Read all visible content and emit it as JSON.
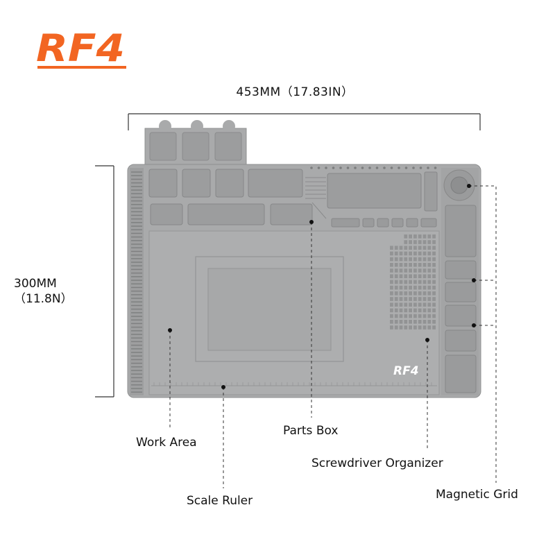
{
  "brand": {
    "logo_text": "RF4",
    "logo_color": "#f26522",
    "mat_logo_text": "RF4"
  },
  "dimensions": {
    "width_label": "453MM（17.83IN）",
    "height_label_line1": "300MM",
    "height_label_line2": "（11.8N）"
  },
  "callouts": {
    "work_area": "Work Area",
    "parts_box": "Parts Box",
    "screwdriver_organizer": "Screwdriver Organizer",
    "scale_ruler": "Scale Ruler",
    "magnetic_grid": "Magnetic Grid"
  },
  "colors": {
    "mat": "#a9aaab",
    "mat_dark": "#8f9091",
    "mat_light": "#b9babb"
  }
}
